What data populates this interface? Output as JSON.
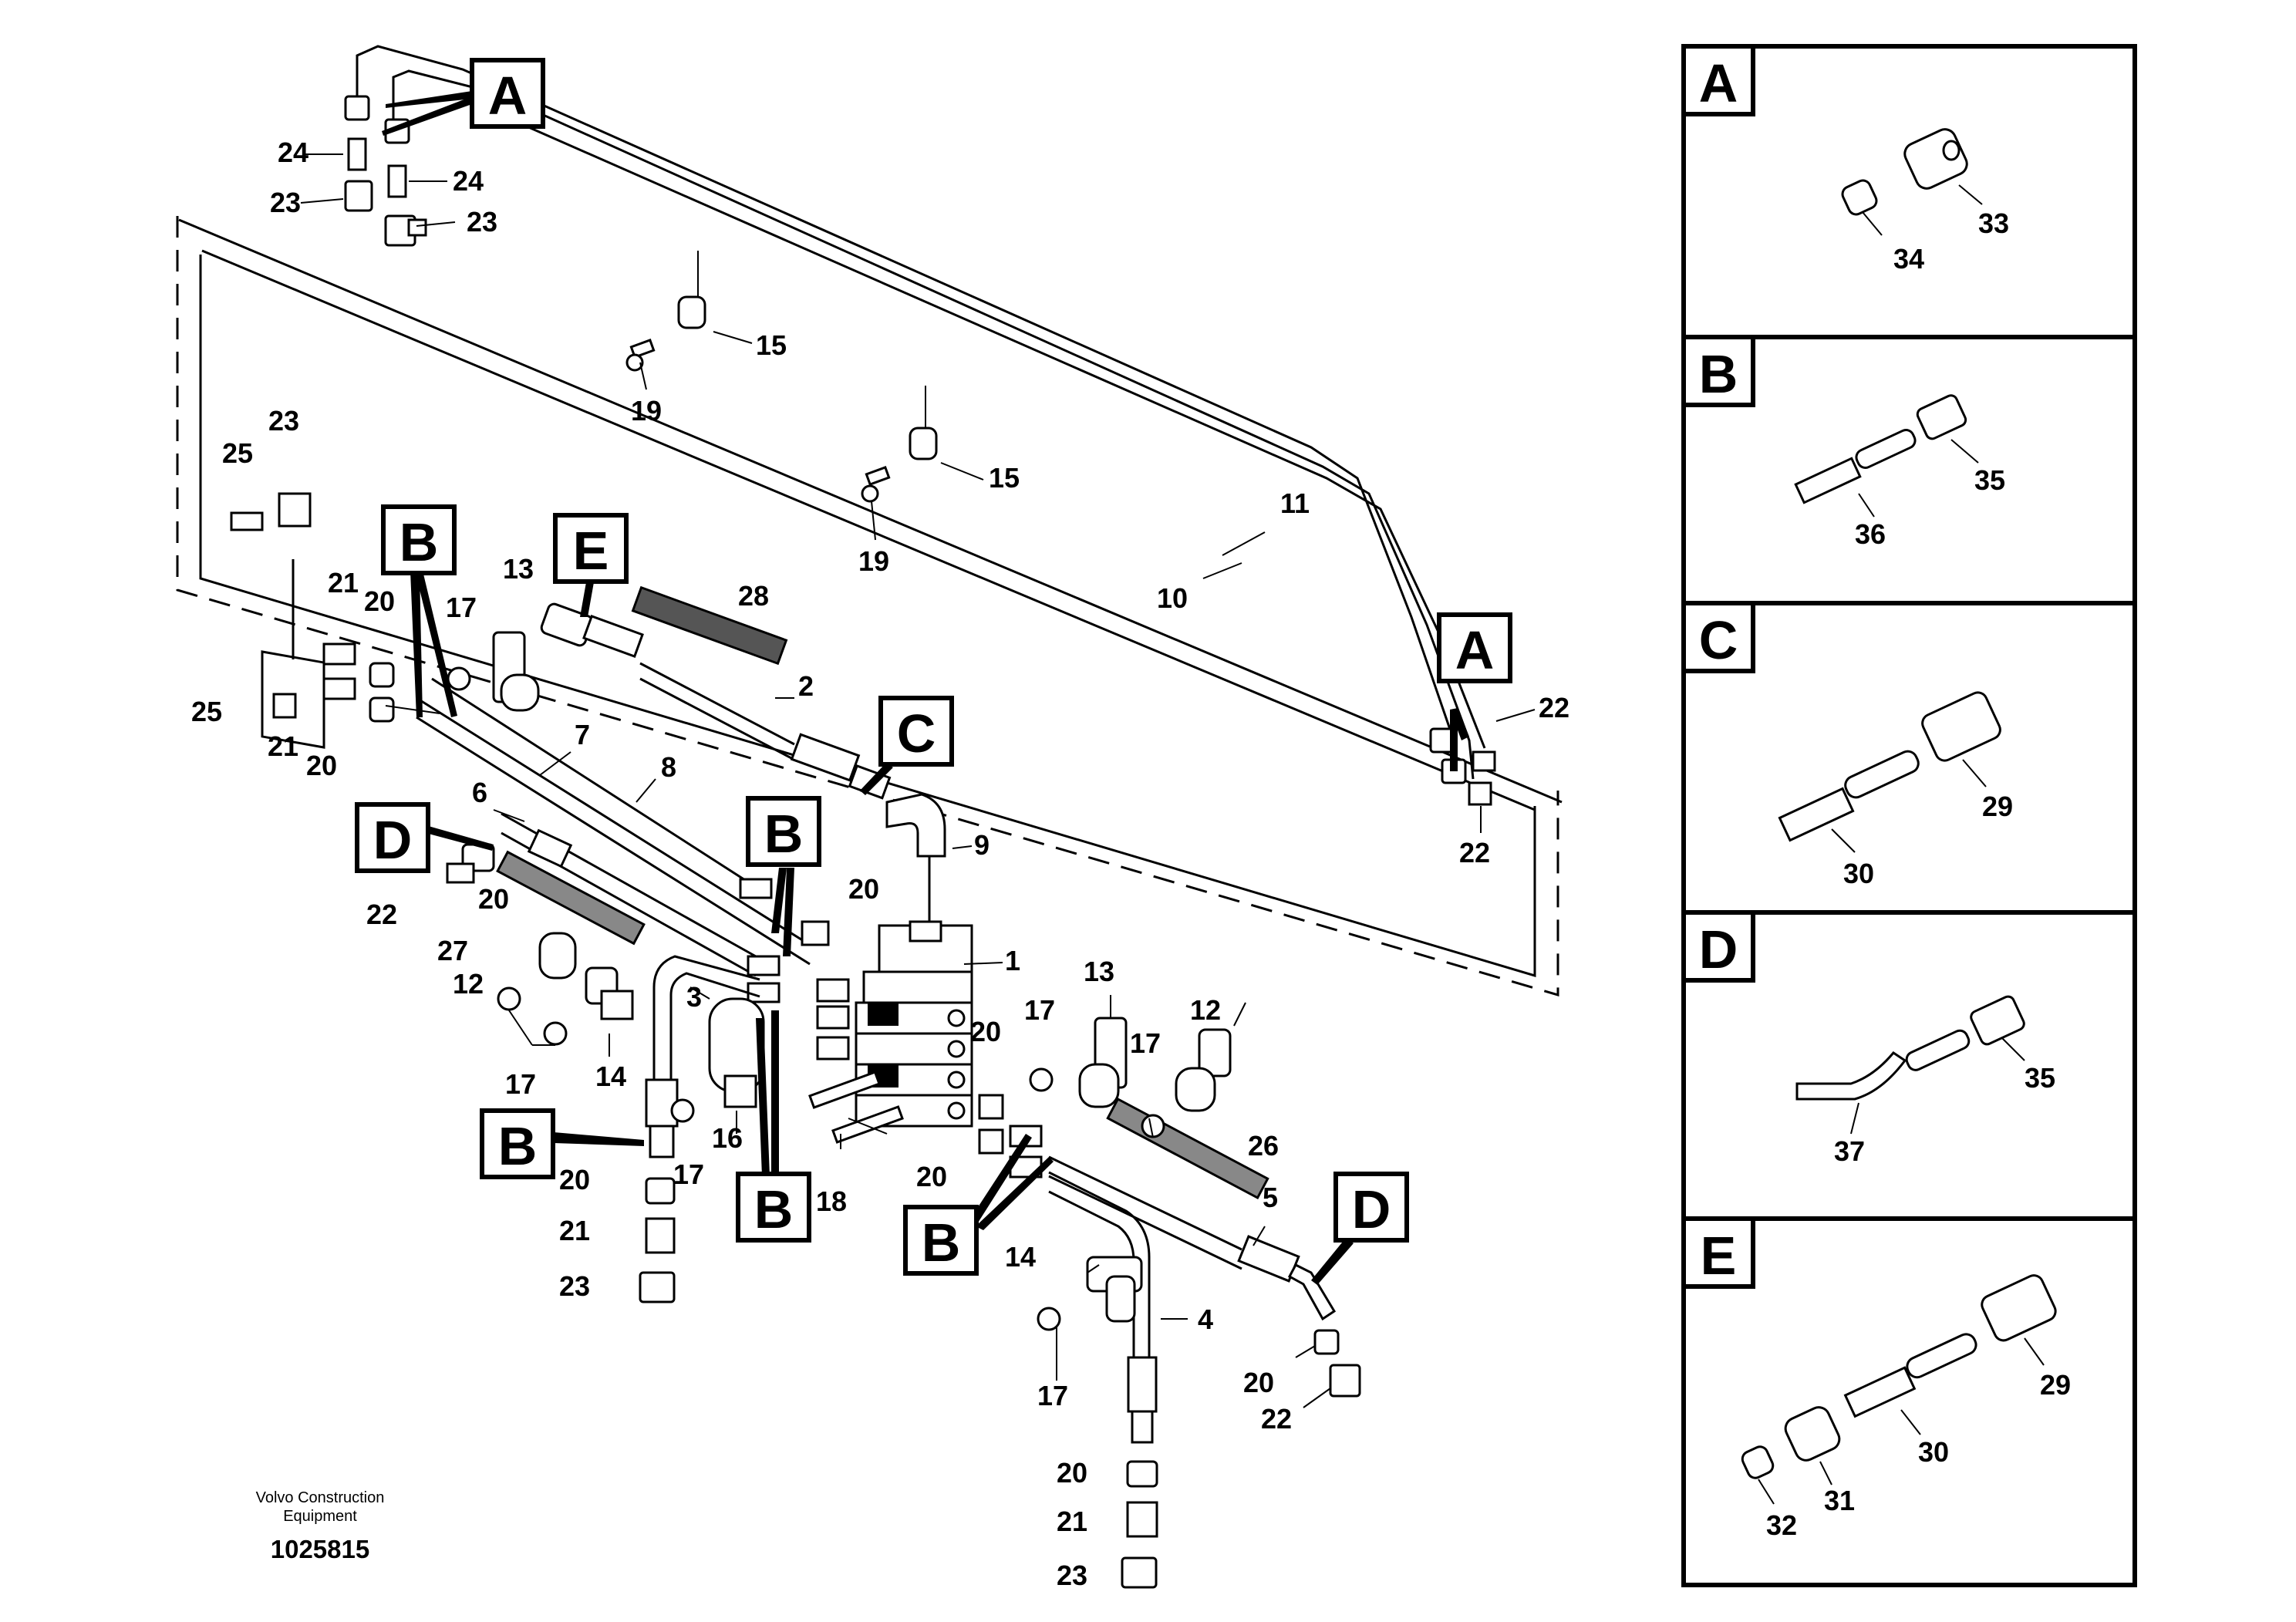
{
  "footer": {
    "brand_line1": "Volvo Construction",
    "brand_line2": "Equipment",
    "ref_number": "1025815"
  },
  "callouts": {
    "a": "A",
    "b": "B",
    "c": "C",
    "d": "D",
    "e": "E"
  },
  "labels": {
    "n1": "1",
    "n2": "2",
    "n3": "3",
    "n4": "4",
    "n5": "5",
    "n6": "6",
    "n7": "7",
    "n8": "8",
    "n9": "9",
    "n10": "10",
    "n11": "11",
    "n12": "12",
    "n13": "13",
    "n14": "14",
    "n15": "15",
    "n16": "16",
    "n17": "17",
    "n18": "18",
    "n19": "19",
    "n20": "20",
    "n21": "21",
    "n22": "22",
    "n23": "23",
    "n24": "24",
    "n25": "25",
    "n26": "26",
    "n27": "27",
    "n28": "28"
  },
  "detail_panels": [
    {
      "letter": "A",
      "parts": [
        "33",
        "34"
      ]
    },
    {
      "letter": "B",
      "parts": [
        "35",
        "36"
      ]
    },
    {
      "letter": "C",
      "parts": [
        "29",
        "30"
      ]
    },
    {
      "letter": "D",
      "parts": [
        "35",
        "37"
      ]
    },
    {
      "letter": "E",
      "parts": [
        "29",
        "30",
        "31",
        "32"
      ]
    }
  ]
}
